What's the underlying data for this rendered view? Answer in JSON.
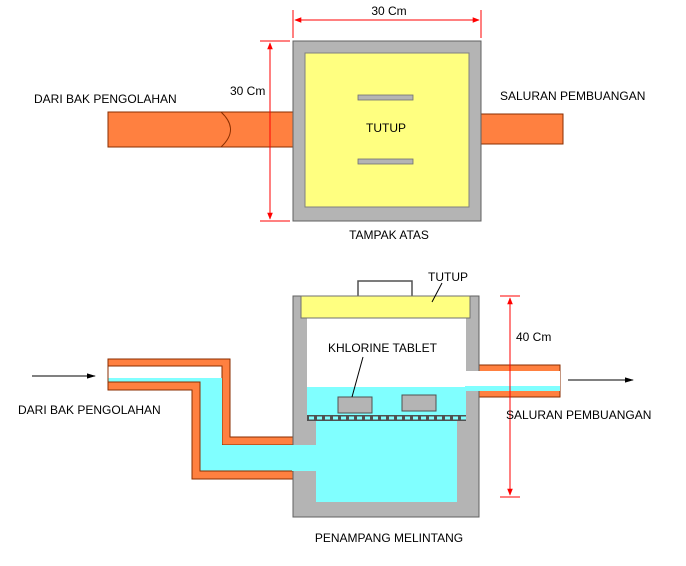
{
  "top_view": {
    "width_dim": "30 Cm",
    "height_dim": "30 Cm",
    "inlet_label": "DARI BAK PENGOLAHAN",
    "outlet_label": "SALURAN PEMBUANGAN",
    "lid_label": "TUTUP",
    "caption": "TAMPAK ATAS"
  },
  "cross_section": {
    "lid_label": "TUTUP",
    "depth_dim": "40 Cm",
    "tablet_label": "KHLORINE TABLET",
    "inlet_label": "DARI BAK PENGOLAHAN",
    "outlet_label": "SALURAN PEMBUANGAN",
    "caption": "PENAMPANG MELINTANG"
  },
  "colors": {
    "pipe": "#ff8040",
    "pipe_outline": "#8a2e00",
    "concrete": "#b4b4b4",
    "lid": "#ffff80",
    "water": "#80ffff",
    "tablet": "#b4b4b4",
    "dimension": "#ff0000",
    "arrow": "#000000"
  }
}
